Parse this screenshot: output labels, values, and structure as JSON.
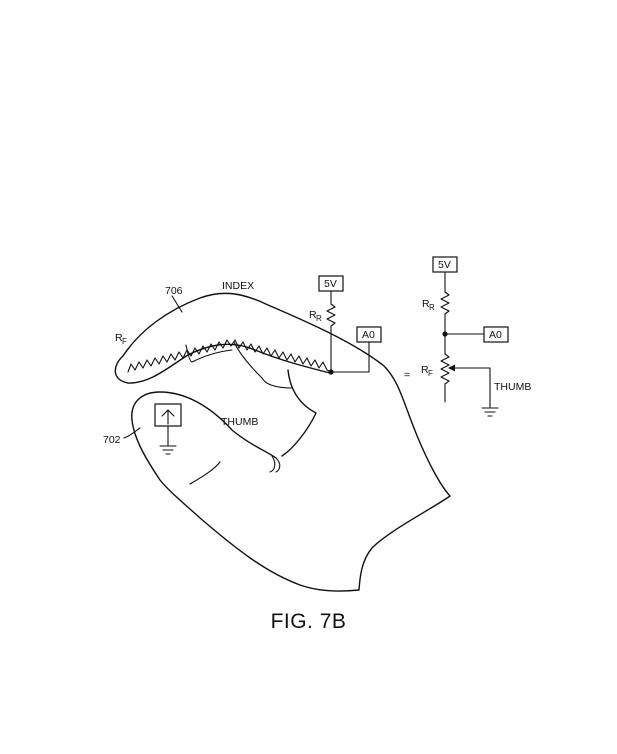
{
  "labels": {
    "ref_706": "706",
    "ref_702": "702",
    "index": "INDEX",
    "thumb_hand": "THUMB",
    "rf_hand_main": "R",
    "rf_hand_sub": "F",
    "rr_hand_main": "R",
    "rr_hand_sub": "R",
    "v5_hand": "5V",
    "a0_hand": "A0",
    "equals": "=",
    "v5_circuit": "5V",
    "a0_circuit": "A0",
    "rr_circuit_main": "R",
    "rr_circuit_sub": "R",
    "rf_circuit_main": "R",
    "rf_circuit_sub": "F",
    "thumb_circuit": "THUMB"
  },
  "caption": "FIG. 7B",
  "colors": {
    "ink": "#111111",
    "background": "#ffffff"
  }
}
